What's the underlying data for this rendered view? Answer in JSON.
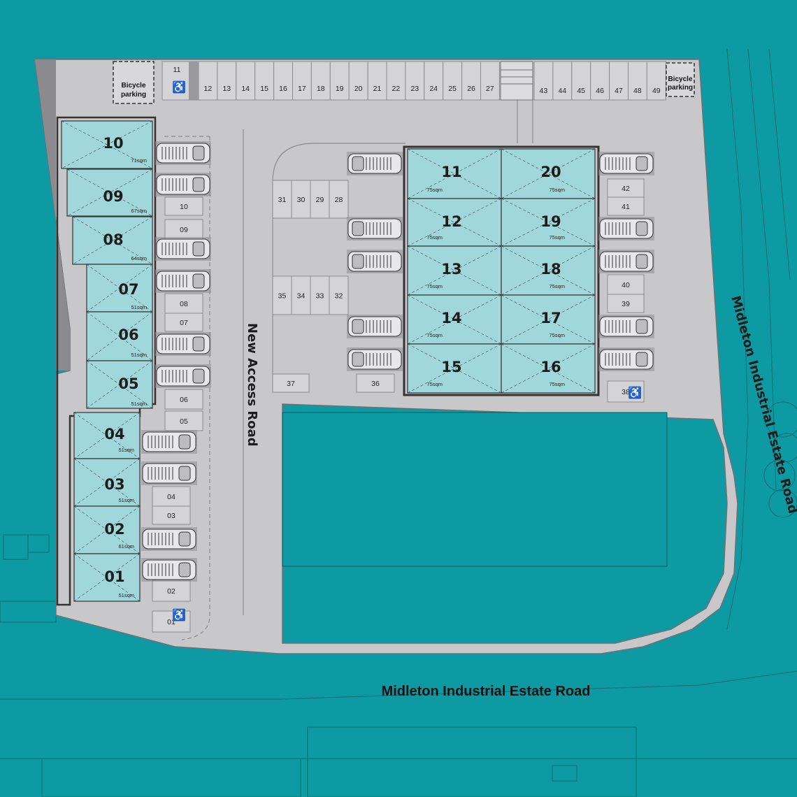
{
  "colors": {
    "background": "#0e9aa3",
    "site_grey": "#c8c8cb",
    "unit_fill": "#9fd7db",
    "dark_edge": "#7b7b80"
  },
  "roads": {
    "new_access_road": "New Access Road",
    "estate_road_bottom": "Midleton Industrial Estate Road",
    "estate_road_right": "Midleton Industrial Estate Road"
  },
  "bicycle_parking": [
    {
      "label_line1": "Bicycle",
      "label_line2": "parking"
    },
    {
      "label_line1": "Bicycle",
      "label_line2": "parking"
    }
  ],
  "units": [
    {
      "id": "10",
      "area": "71sqm"
    },
    {
      "id": "09",
      "area": "67sqm"
    },
    {
      "id": "08",
      "area": "64sqm"
    },
    {
      "id": "07",
      "area": "51sqm"
    },
    {
      "id": "06",
      "area": "51sqm"
    },
    {
      "id": "05",
      "area": "51sqm"
    },
    {
      "id": "04",
      "area": "51sqm"
    },
    {
      "id": "03",
      "area": "51sqm"
    },
    {
      "id": "02",
      "area": "61sqm"
    },
    {
      "id": "01",
      "area": "51sqm"
    },
    {
      "id": "11",
      "area": "75sqm"
    },
    {
      "id": "12",
      "area": "75sqm"
    },
    {
      "id": "13",
      "area": "75sqm"
    },
    {
      "id": "14",
      "area": "75sqm"
    },
    {
      "id": "15",
      "area": "75sqm"
    },
    {
      "id": "20",
      "area": "75sqm"
    },
    {
      "id": "19",
      "area": "75sqm"
    },
    {
      "id": "18",
      "area": "75sqm"
    },
    {
      "id": "17",
      "area": "75sqm"
    },
    {
      "id": "16",
      "area": "75sqm"
    }
  ],
  "parking_bays": {
    "top_row": [
      "11",
      "12",
      "13",
      "14",
      "15",
      "16",
      "17",
      "18",
      "19",
      "20",
      "21",
      "22",
      "23",
      "24",
      "25",
      "26",
      "27"
    ],
    "top_right_row": [
      "43",
      "44",
      "45",
      "46",
      "47",
      "48",
      "49"
    ],
    "left_column": [
      "10",
      "09",
      "08",
      "07",
      "06",
      "05",
      "04",
      "03",
      "02",
      "01"
    ],
    "middle_upper": [
      "31",
      "30",
      "29",
      "28"
    ],
    "middle_lower": [
      "35",
      "34",
      "33",
      "32"
    ],
    "single_left": "37",
    "single_mid": "36",
    "right_column": [
      "42",
      "41",
      "40",
      "39",
      "38"
    ]
  }
}
